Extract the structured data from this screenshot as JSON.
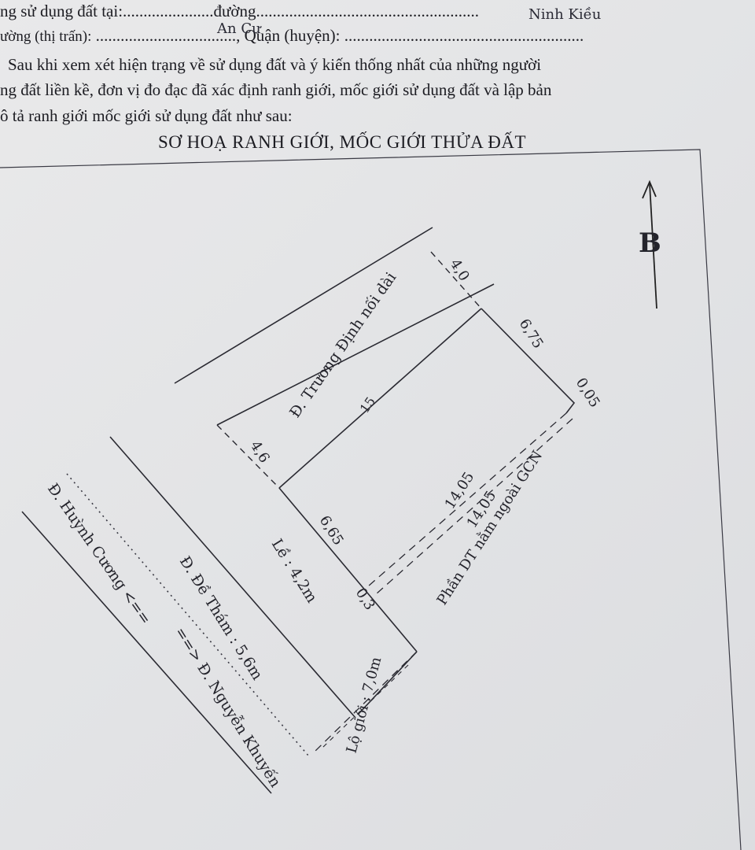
{
  "header": {
    "line1_prefix": "ng sử dụng đất tại:",
    "line1_dots1": "......................",
    "line1_street": "đường",
    "line1_dots2": "......................................................",
    "district_value": "Ninh Kiều",
    "line2_prefix": "ường (thị trấn):",
    "ward_value": "An Cư",
    "line2_dots": "..................................",
    "line2_district_label": ", Quận (huyện):",
    "line2_dots2": "..........................................................",
    "para1": "Sau khi xem xét hiện trạng về sử dụng đất và ý kiến thống nhất của những người",
    "para2": "ng đất liền kề, đơn vị đo đạc đã xác định ranh giới, mốc giới sử dụng đất và lập bản",
    "para3": "ô tả ranh giới mốc giới sử dụng đất như sau:"
  },
  "sketch": {
    "title": "SƠ HOẠ RANH GIỚI, MỐC GIỚI THỬA ĐẤT",
    "north_label": "B",
    "road_truong_dinh": "Đ. Trương Định nối dài",
    "road_de_tham": "Đ. Đề Thám : 5,6m",
    "road_huynh_cuong": "Đ. Huỳnh Cương <==",
    "road_nguyen_khuyen": "==> Đ. Nguyễn Khuyến",
    "sidewalk": "Lề : 4,2m",
    "road_boundary": "Lộ giới : 7,0m",
    "outside_area": "Phần DT nằm ngoài GCN",
    "parcel_number": "15",
    "dimensions": {
      "top_width": "4,0",
      "right_upper": "6,75",
      "right_small": "0,05",
      "left_width": "4,6",
      "left_lower": "6,65",
      "length_1": "14,05",
      "length_2": "14,05",
      "bottom_small": "0,3"
    }
  }
}
